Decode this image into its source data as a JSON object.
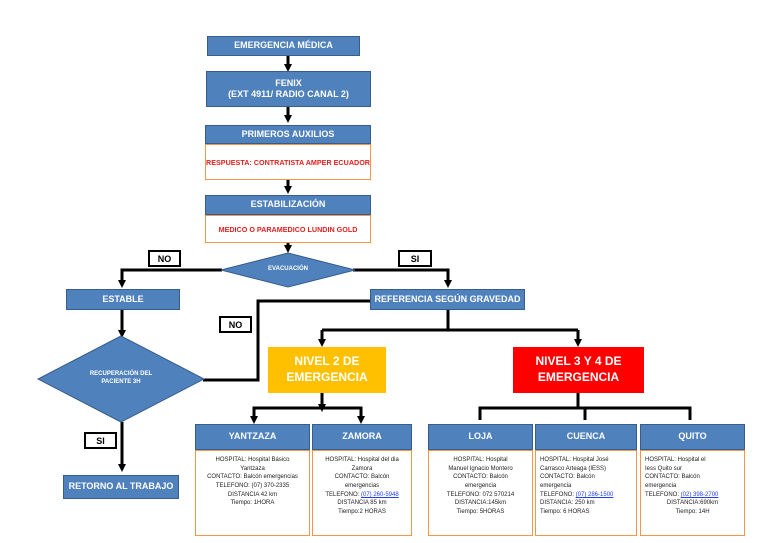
{
  "nodes": {
    "emergencia": "EMERGENCIA MÉDICA",
    "fenix_line1": "FENIX",
    "fenix_line2": "(EXT 4911/ RADIO CANAL 2)",
    "primeros_auxilios": "PRIMEROS AUXILIOS",
    "respuesta": "RESPUESTA: CONTRATISTA AMPER ECUADOR",
    "estabilizacion": "ESTABILIZACIÓN",
    "medico": "MEDICO O PARAMEDICO LUNDIN GOLD",
    "evacuacion": "EVACUACIÓN",
    "estable": "ESTABLE",
    "referencia": "REFERENCIA SEGÚN GRAVEDAD",
    "recuperacion_line1": "RECUPERACIÓN DEL",
    "recuperacion_line2": "PACIENTE 3H",
    "retorno": "RETORNO AL TRABAJO",
    "nivel2_line1": "NIVEL 2 DE",
    "nivel2_line2": "EMERGENCIA",
    "nivel34_line1": "NIVEL 3 Y 4 DE",
    "nivel34_line2": "EMERGENCIA"
  },
  "tags": {
    "no_left": "NO",
    "si_right": "SI",
    "no_mid": "NO",
    "si_bottom": "SI"
  },
  "colors": {
    "blue": "#4f81bd",
    "orange": "#f79646",
    "nivel2": "#ffc000",
    "nivel34": "#ff0000",
    "red_text": "#e41e1e"
  },
  "hospitals": {
    "yantzaza": {
      "title": "YANTZAZA",
      "l1": "HOSPITAL: Hospital Básico",
      "l2": "Yantzaza",
      "l3": "CONTACTO: Balcón emergencias",
      "l4": "TELEFONO: (07) 370-2335",
      "l5": "DISTANCIA 42 km",
      "l6": "Tiempo: 1HORA"
    },
    "zamora": {
      "title": "ZAMORA",
      "l1": "HOSPITAL: Hospital del dia",
      "l2": "Zamora",
      "l3": "CONTACTO: Balcón",
      "l4": "emergencias",
      "l5_prefix": "TELEFONO: ",
      "l5_link": "(07) 260-5948",
      "l6": "DISTANCIA 85 km",
      "l7": "Tiempo:2 HORAS"
    },
    "loja": {
      "title": "LOJA",
      "l1": "HOSPITAL: Hospital",
      "l2": "Manuel Ignacio Montero",
      "l3": "CONTACTO: Balcón",
      "l4": "emergencia",
      "l5": "TELEFONO: 072 570214",
      "l6": "DISTANCIA:145km",
      "l7": "Tiempo: 5HORAS"
    },
    "cuenca": {
      "title": "CUENCA",
      "l1": "HOSPITAL: Hospital José",
      "l2": "Carrasco Arteaga (IESS)",
      "l3": "CONTACTO: Balcón",
      "l4": "emergencia",
      "l5_prefix": "TELEFONO: ",
      "l5_link": "(07) 286-1500",
      "l6": "DISTANCIA: 250 km",
      "l7": "Tiempo: 6 HORAS"
    },
    "quito": {
      "title": "QUITO",
      "l1": "HOSPITAL: Hospital el",
      "l2": "Iess Quito sur",
      "l3": "CONTACTO: Balcón",
      "l4": "emergencia",
      "l5_prefix": "TELEFONO: ",
      "l5_link": "(02) 398-2700",
      "l6": "DISTANCIA:690km",
      "l7": "Tiempo: 14H"
    }
  }
}
